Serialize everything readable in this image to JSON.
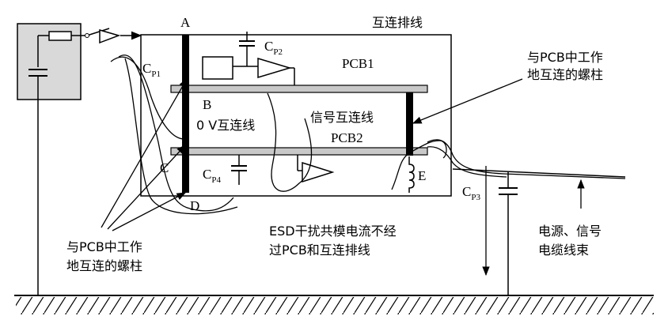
{
  "labels": {
    "A": "A",
    "B": "B",
    "C": "C",
    "D": "D",
    "E": "E",
    "cable_title": "互连排线",
    "pcb1": "PCB1",
    "pcb2": "PCB2",
    "zero_v": "0 V互连线",
    "signal_line": "信号互连线",
    "cp1": {
      "main": "C",
      "sub": "P1"
    },
    "cp2": {
      "main": "C",
      "sub": "P2"
    },
    "cp3": {
      "main": "C",
      "sub": "P3"
    },
    "cp4": {
      "main": "C",
      "sub": "P4"
    },
    "post_right": [
      "与PCB中工作",
      "地互连的螺柱"
    ],
    "post_left": [
      "与PCB中工作",
      "地互连的螺柱"
    ],
    "esd_note": [
      "ESD干扰共模电流不经",
      "过PCB和互连排线"
    ],
    "harness": [
      "电源、信号",
      "电缆线束"
    ]
  },
  "colors": {
    "stroke": "#000000",
    "esd_box_fill": "#d9d9d9",
    "board_fill": "#c8c8c8",
    "background": "#ffffff"
  }
}
